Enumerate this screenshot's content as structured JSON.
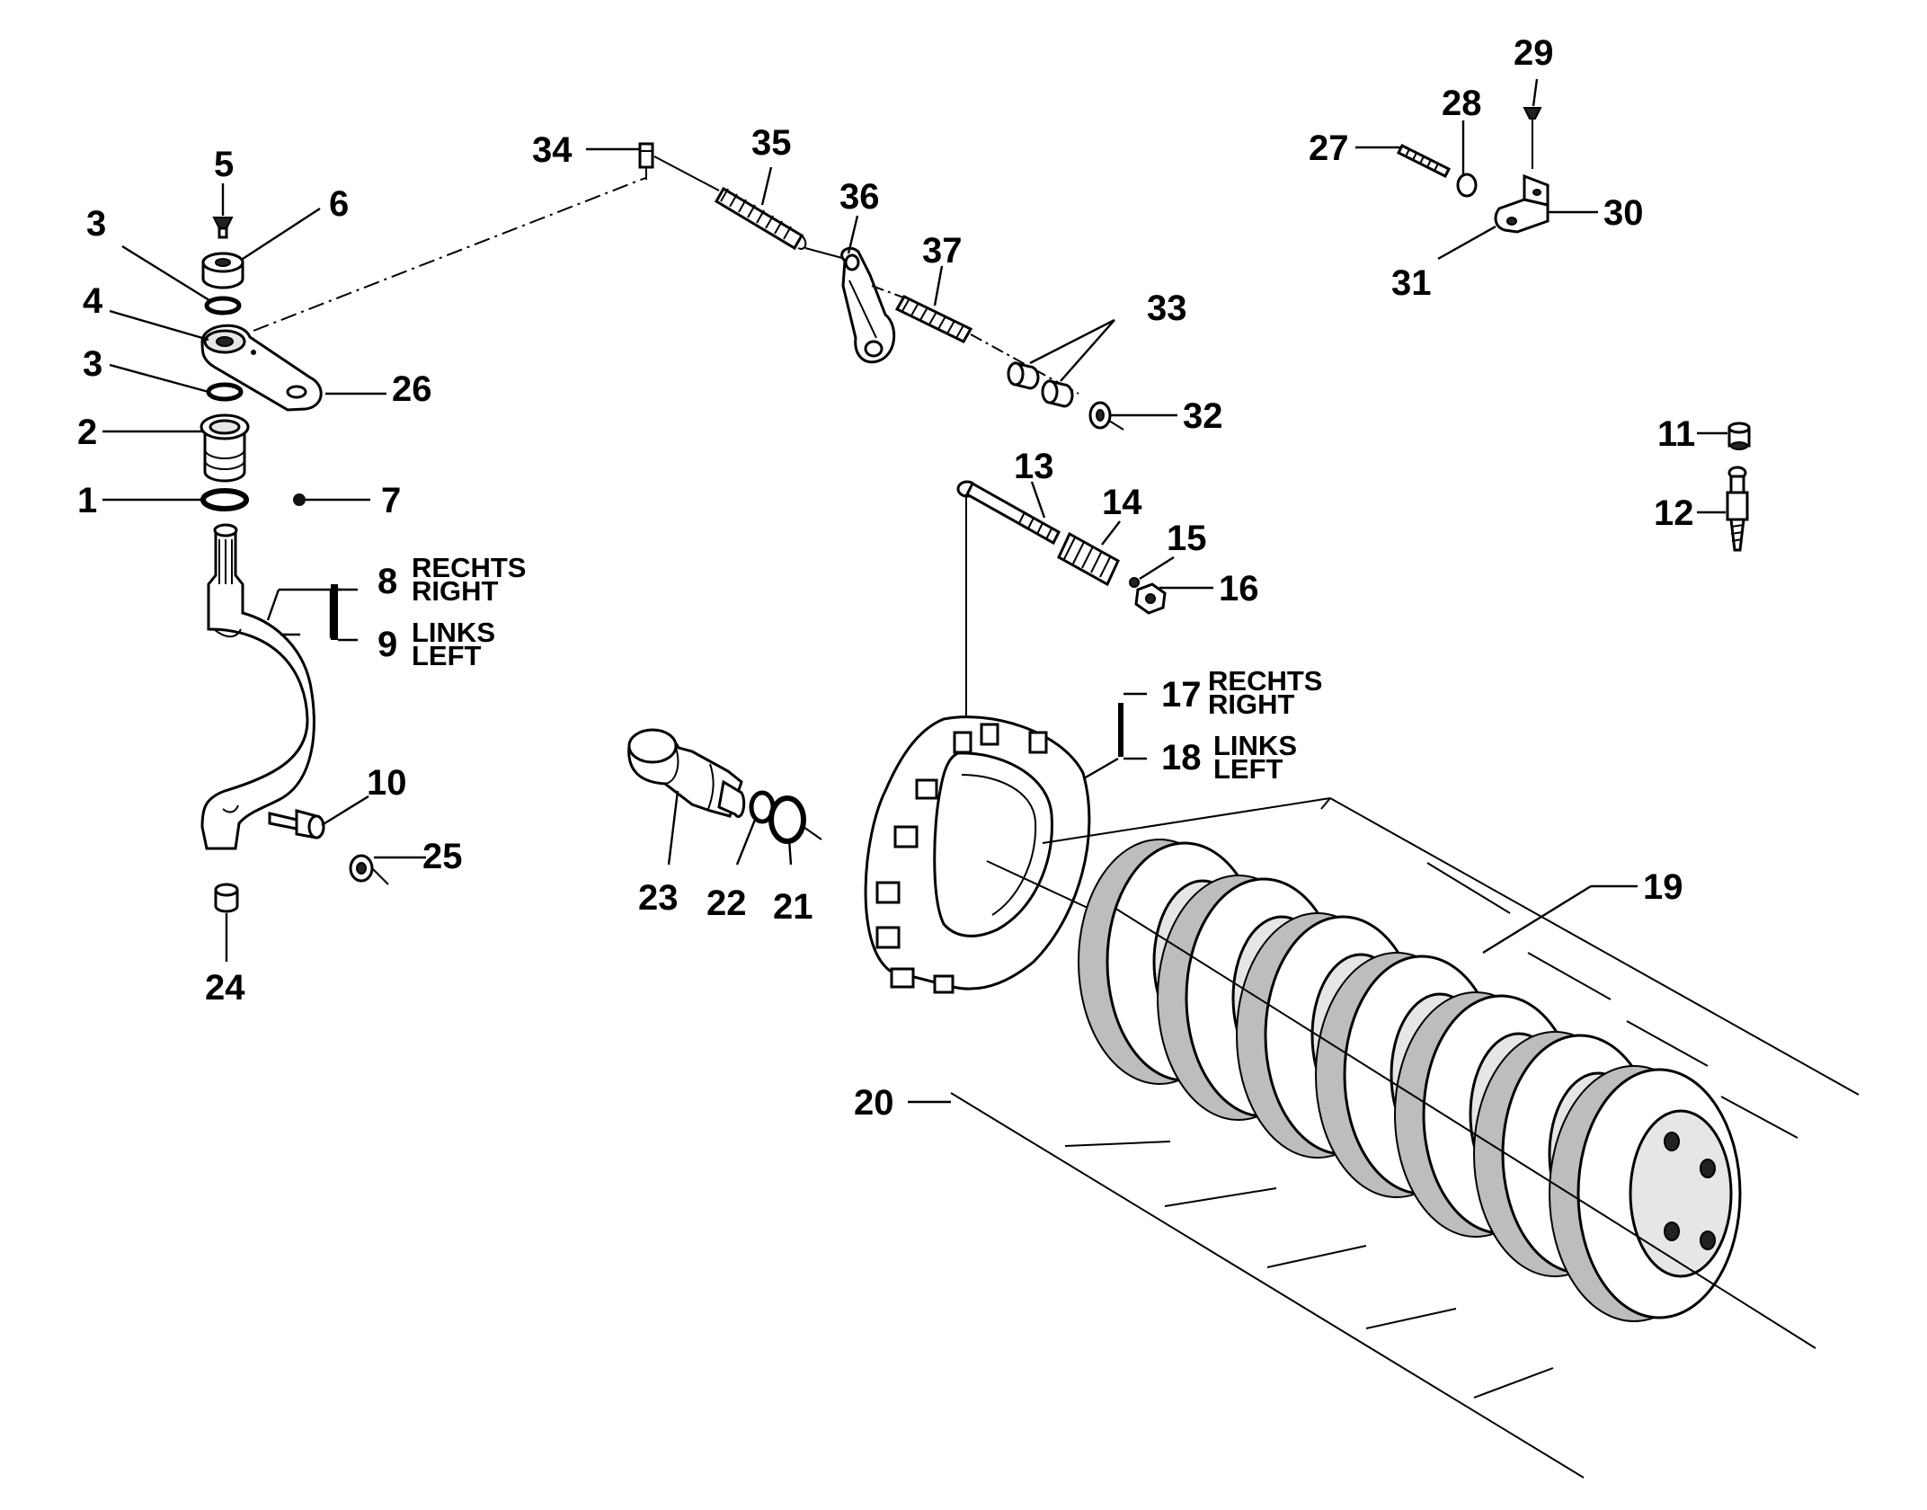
{
  "diagram": {
    "labels": {
      "p1": "1",
      "p2": "2",
      "p3a": "3",
      "p3b": "3",
      "p4": "4",
      "p5": "5",
      "p6": "6",
      "p7": "7",
      "p8": "8",
      "p9": "9",
      "p10": "10",
      "p11": "11",
      "p12": "12",
      "p13": "13",
      "p14": "14",
      "p15": "15",
      "p16": "16",
      "p17": "17",
      "p18": "18",
      "p19": "19",
      "p20": "20",
      "p21": "21",
      "p22": "22",
      "p23": "23",
      "p24": "24",
      "p25": "25",
      "p26": "26",
      "p27": "27",
      "p28": "28",
      "p29": "29",
      "p30": "30",
      "p31": "31",
      "p32": "32",
      "p33": "33",
      "p34": "34",
      "p35": "35",
      "p36": "36",
      "p37": "37"
    },
    "sides": {
      "s8_de": "RECHTS",
      "s8_en": "RIGHT",
      "s9_de": "LINKS",
      "s9_en": "LEFT",
      "s17_de": "RECHTS",
      "s17_en": "RIGHT",
      "s18_de": "LINKS",
      "s18_en": "LEFT"
    }
  }
}
